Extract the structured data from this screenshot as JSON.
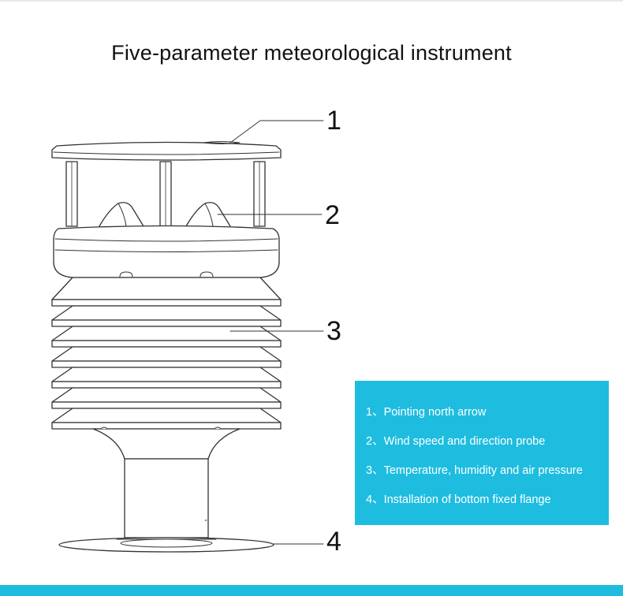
{
  "title": "Five-parameter meteorological instrument",
  "callouts": [
    "1",
    "2",
    "3",
    "4"
  ],
  "legend": {
    "items": [
      "1、Pointing north arrow",
      "2、Wind speed and direction probe",
      "3、Temperature, humidity and air pressure",
      "4、Installation of bottom fixed flange"
    ]
  },
  "colors": {
    "accent": "#1ebde0",
    "line": "#333333"
  }
}
